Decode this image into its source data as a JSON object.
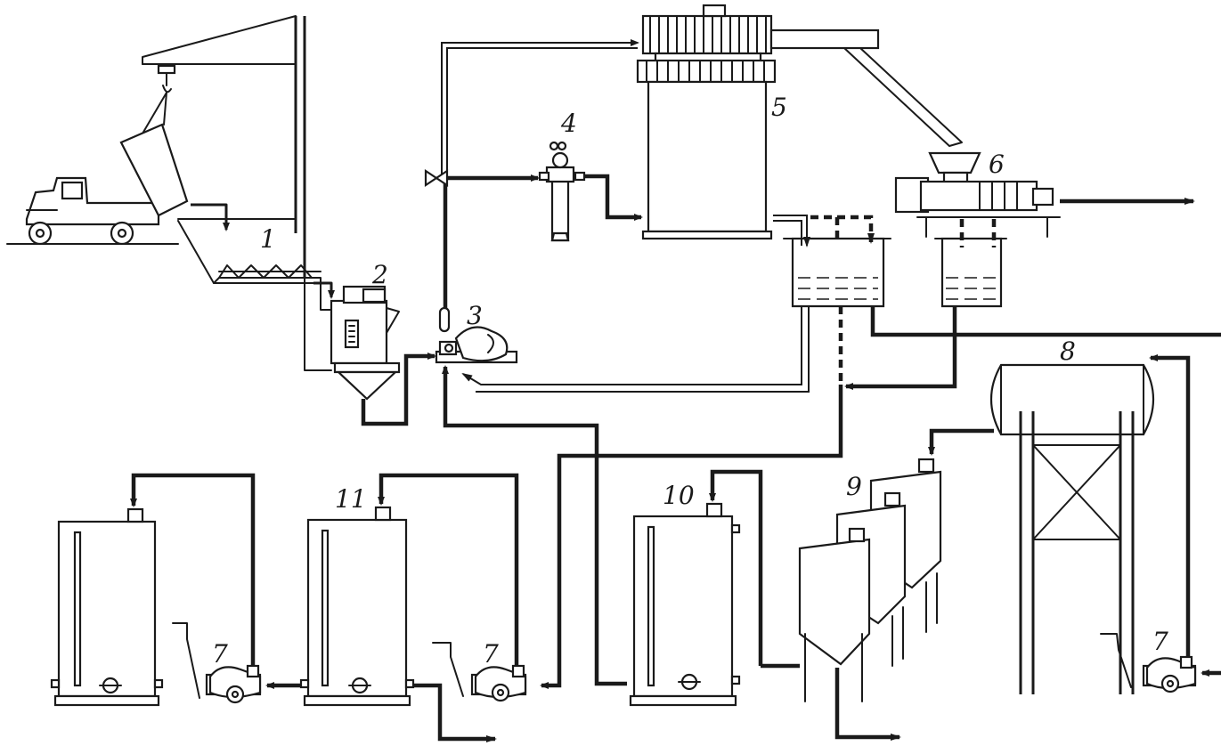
{
  "labels": {
    "hopper": "1",
    "crusher": "2",
    "pump": "3",
    "filter": "4",
    "diffuser": "5",
    "press": "6",
    "pump_left": "7",
    "pump_mid": "7",
    "pump_right": "7",
    "tank": "8",
    "settlers": "9",
    "vessel_10": "10",
    "vessel_11": "11"
  }
}
